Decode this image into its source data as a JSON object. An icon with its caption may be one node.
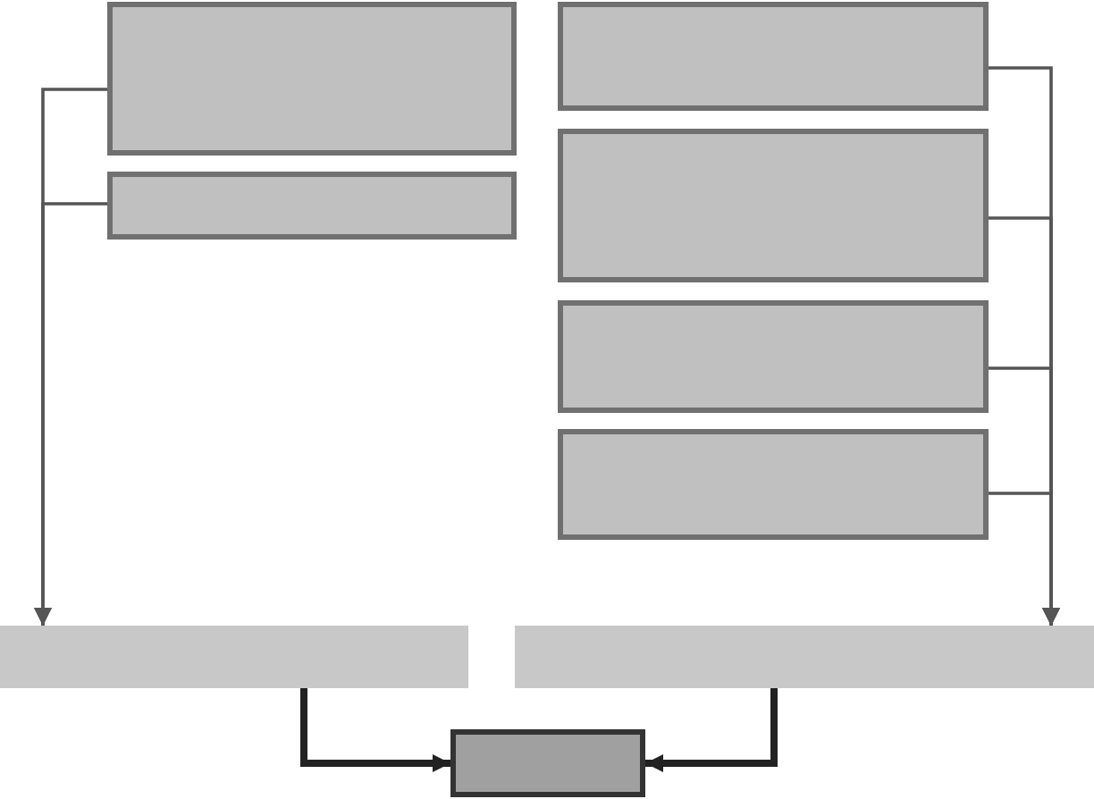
{
  "diagram": {
    "nodes": [
      {
        "text": [],
        "shape": "box"
      },
      {
        "text": [],
        "shape": "box"
      },
      {
        "text": [],
        "shape": "box"
      },
      {
        "text": [],
        "shape": "box"
      },
      {
        "text": [],
        "shape": "box"
      },
      {
        "text": [],
        "shape": "box"
      },
      {
        "text": [],
        "shape": "bar"
      },
      {
        "text": [],
        "shape": "bar"
      },
      {
        "text": [],
        "shape": "box"
      }
    ],
    "edges": [
      {
        "from": 0,
        "to": 6,
        "arrow": "to"
      },
      {
        "from": 1,
        "to": 6,
        "arrow": "to"
      },
      {
        "from": 2,
        "to": 7,
        "arrow": "to"
      },
      {
        "from": 3,
        "to": 7,
        "arrow": "to"
      },
      {
        "from": 4,
        "to": 7,
        "arrow": "to"
      },
      {
        "from": 5,
        "to": 7,
        "arrow": "to"
      },
      {
        "from": 6,
        "to": 8,
        "arrow": "to",
        "style": "thick",
        "color": "#222222"
      },
      {
        "from": 7,
        "to": 8,
        "arrow": "to",
        "style": "thick",
        "color": "#222222"
      }
    ]
  }
}
